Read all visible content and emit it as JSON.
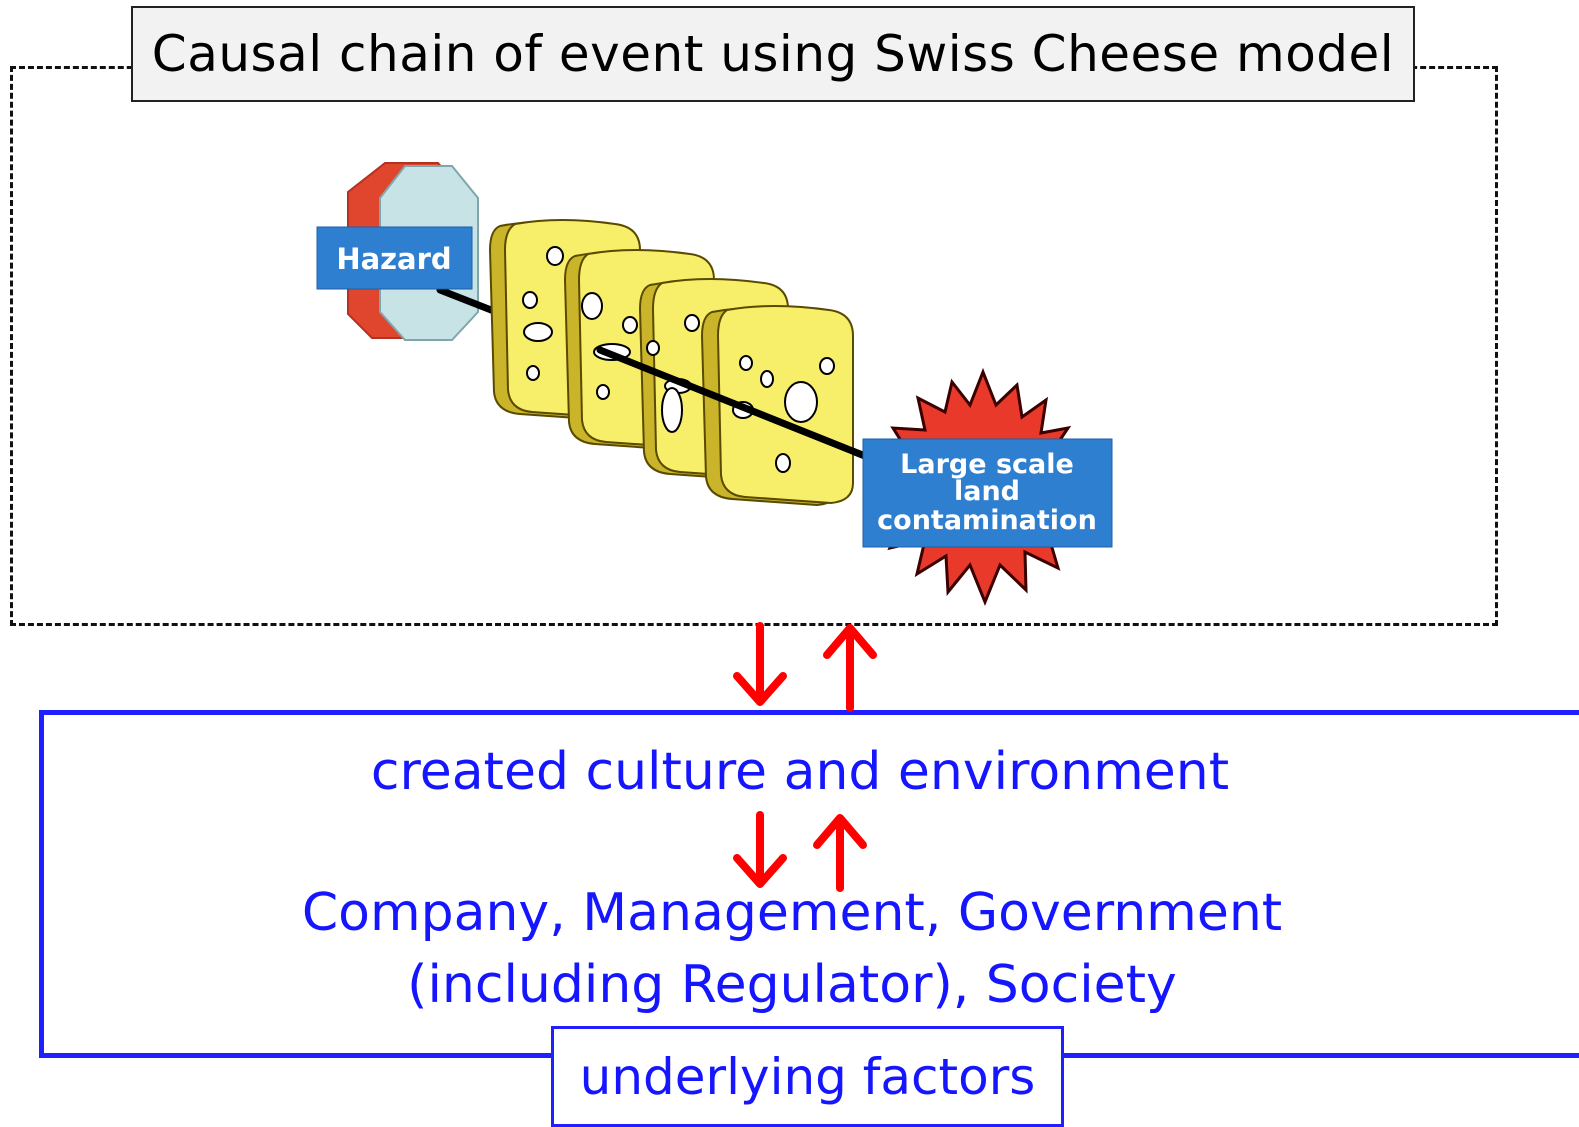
{
  "title": "Causal chain of event using Swiss Cheese model",
  "diagram": {
    "hazard_label": "Hazard",
    "outcome_label_lines": [
      "Large scale",
      "land",
      "contamination"
    ]
  },
  "culture": {
    "text": "created culture and environment"
  },
  "actors": {
    "line1": "Company, Management, Government",
    "line2": "(including Regulator), Society"
  },
  "footer": {
    "label": "underlying factors"
  },
  "colors": {
    "arrow": "#ff0000",
    "blue_text": "#1515ff",
    "blue_border": "#1f1fff",
    "cheese": "#f7ee6a",
    "label_box": "#2f7fd0",
    "hazard_sign": "#e0452e",
    "burst": "#e8392a"
  },
  "icons": [
    "hazard-sign-icon",
    "cheese-slice-icon",
    "explosion-burst-icon",
    "arrow-down-icon",
    "arrow-up-icon"
  ]
}
